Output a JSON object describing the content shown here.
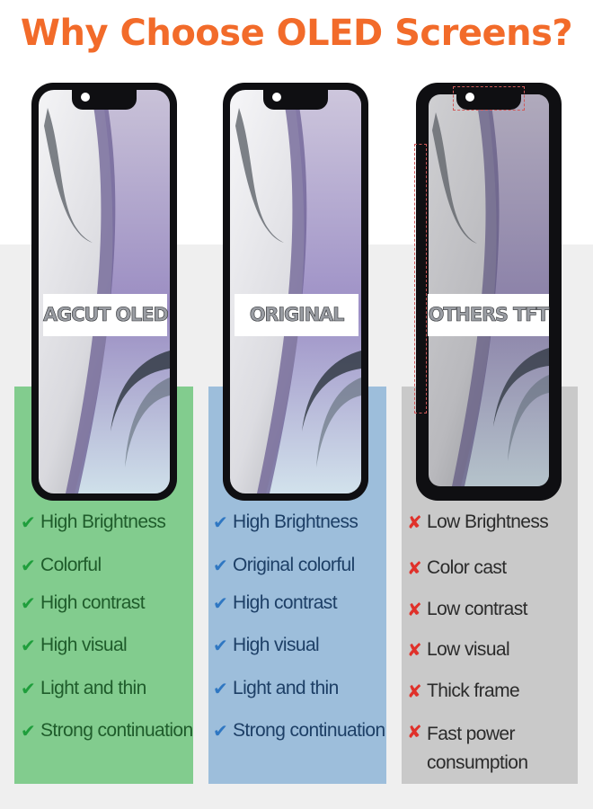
{
  "title": "Why Choose OLED Screens?",
  "colors": {
    "title": "#f26b2a",
    "green_panel": "#82cc8e",
    "blue_panel": "#9dbedb",
    "gray_panel": "#c9c9c9",
    "check_green": "#1f9e3c",
    "check_blue": "#2f77c2",
    "cross_red": "#e0312a",
    "text_green": "#1f5c2b",
    "text_blue": "#1d3f66",
    "text_gray": "#2b2b2b"
  },
  "columns": [
    {
      "label": "AGCUT OLED",
      "mark_icon": "check-icon",
      "features": [
        "High Brightness",
        "Colorful",
        "High contrast",
        "High visual",
        "Light and thin",
        "Strong continuation"
      ]
    },
    {
      "label": "ORIGINAL",
      "mark_icon": "check-icon",
      "features": [
        "High Brightness",
        "Original colorful",
        "High contrast",
        "High visual",
        "Light and thin",
        "Strong continuation"
      ]
    },
    {
      "label": "OTHERS TFT",
      "mark_icon": "cross-icon",
      "features": [
        "Low Brightness",
        "Color cast",
        "Low contrast",
        "Low visual",
        "Thick frame",
        "Fast power\nconsumption"
      ]
    }
  ]
}
